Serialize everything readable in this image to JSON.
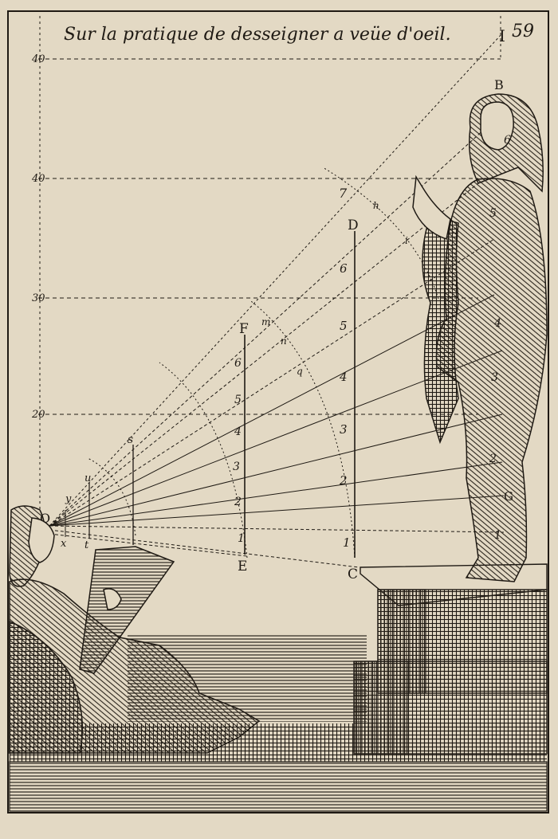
{
  "header": {
    "title": "Sur la pratique de desseigner a veüe d'oeil.",
    "page_number": "59",
    "corner_mark": "I"
  },
  "scale_marks": [
    "40",
    "40",
    "30",
    "20"
  ],
  "point_labels": {
    "O": "O",
    "B": "B",
    "D": "D",
    "F": "F",
    "E": "E",
    "C": "C",
    "A": "A",
    "G": "G",
    "seven": "7",
    "s": "s",
    "u": "u",
    "y": "y",
    "x": "x",
    "t": "t",
    "m": "m",
    "n": "n",
    "q": "q",
    "h": "h",
    "i": "i"
  },
  "line_D_numbers": [
    "6",
    "5",
    "4",
    "3",
    "2",
    "1"
  ],
  "line_F_numbers": [
    "6",
    "5",
    "4",
    "3",
    "2",
    "1"
  ],
  "statue_numbers": [
    "6",
    "5",
    "4",
    "3",
    "2",
    "1"
  ],
  "colors": {
    "paper": "#e3d9c4",
    "ink": "#1f1a14",
    "shade": "#3a332a"
  }
}
